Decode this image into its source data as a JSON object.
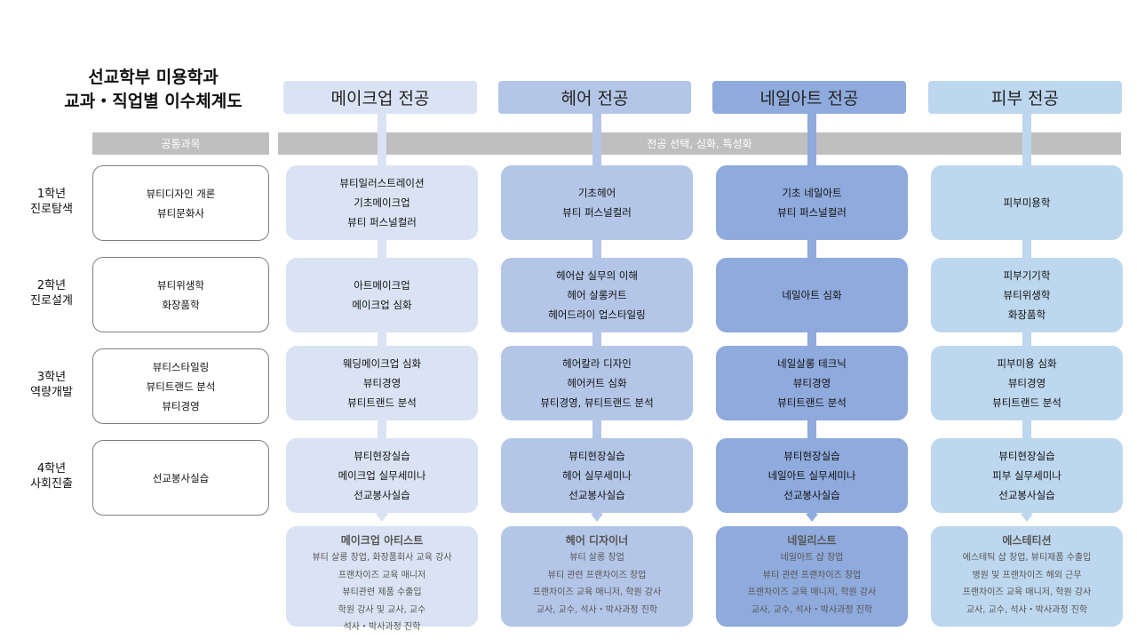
{
  "title": {
    "line1": "선교학부 미용학과",
    "line2": "교과・직업별 이수체계도"
  },
  "common_bar": "공통과목",
  "major_bar": "전공 선택, 심화, 특성화",
  "colors": {
    "makeup": "#dae3f3",
    "hair": "#b4c6e7",
    "nail": "#8faadc",
    "skin": "#bdd7ee",
    "bar": "#bfbfbf"
  },
  "majors": [
    {
      "header": "메이크업 전공",
      "grades": [
        [
          "뷰티일러스트레이션",
          "기초메이크업",
          "뷰티 퍼스널컬러"
        ],
        [
          "아트메이크업",
          "메이크업 심화"
        ],
        [
          "웨딩메이크업 심화",
          "뷰티경영",
          "뷰티트랜드 분석"
        ],
        [
          "뷰티현장실습",
          "메이크업 실무세미나",
          "선교봉사실습"
        ]
      ],
      "job": {
        "title": "메이크업 아티스트",
        "lines": [
          "뷰티 살롱 창업, 화장품회사 교육 강사",
          "프랜차이즈 교육 매니저",
          "뷰티관련 제품 수출입",
          "학원 강사 및 교사, 교수",
          "석사・박사과정 진학"
        ]
      }
    },
    {
      "header": "헤어 전공",
      "grades": [
        [
          "기초헤어",
          "뷰티 퍼스널컬러"
        ],
        [
          "헤어샵 실무의 이해",
          "헤어 살롱커트",
          "헤어드라이 업스타일링"
        ],
        [
          "헤어칼라 디자인",
          "헤어커트 심화",
          "뷰티경영, 뷰티트랜드 분석"
        ],
        [
          "뷰티현장실습",
          "헤어 실무세미나",
          "선교봉사실습"
        ]
      ],
      "job": {
        "title": "헤어 디자이너",
        "lines": [
          "뷰티 살롱 창업",
          "뷰티 관련 프랜차이즈 창업",
          "프랜차이즈 교육 매니저, 학원 강사",
          "교사, 교수, 석사・박사과정 진학"
        ]
      }
    },
    {
      "header": "네일아트 전공",
      "grades": [
        [
          "기초 네일아트",
          "뷰티 퍼스널컬러"
        ],
        [
          "네일아트 심화"
        ],
        [
          "네일살롱 테크닉",
          "뷰티경영",
          "뷰티트랜드 분석"
        ],
        [
          "뷰티현장실습",
          "네일아트 실무세미나",
          "선교봉사실습"
        ]
      ],
      "job": {
        "title": "네일리스트",
        "lines": [
          "네일아트 샵 창업",
          "뷰티 관련 프랜차이즈 창업",
          "프랜차이즈 교육 매니저, 학원 강사",
          "교사, 교수, 석사・박사과정 진학"
        ]
      }
    },
    {
      "header": "피부 전공",
      "grades": [
        [
          "피부미용학"
        ],
        [
          "피부기기학",
          "뷰티위생학",
          "화장품학"
        ],
        [
          "피부미용 심화",
          "뷰티경영",
          "뷰티트랜드 분석"
        ],
        [
          "뷰티현장실습",
          "피부 실무세미나",
          "선교봉사실습"
        ]
      ],
      "job": {
        "title": "에스테티션",
        "lines": [
          "에스테틱 샵 창업, 뷰티제품 수출입",
          "병원 및 프랜차이즈 해외 근무",
          "프랜차이즈 교육 매니저, 학원 강사",
          "교사, 교수, 석사・박사과정 진학"
        ]
      }
    }
  ],
  "years": [
    {
      "year": "1학년",
      "stage": "진로탐색",
      "common": [
        "뷰티디자인 개론",
        "뷰티문화사"
      ]
    },
    {
      "year": "2학년",
      "stage": "진로설계",
      "common": [
        "뷰티위생학",
        "화장품학"
      ]
    },
    {
      "year": "3학년",
      "stage": "역량개발",
      "common": [
        "뷰티스타일링",
        "뷰티트랜드 분석",
        "뷰티경영"
      ]
    },
    {
      "year": "4학년",
      "stage": "사회진출",
      "common": [
        "선교봉사실습"
      ]
    }
  ]
}
